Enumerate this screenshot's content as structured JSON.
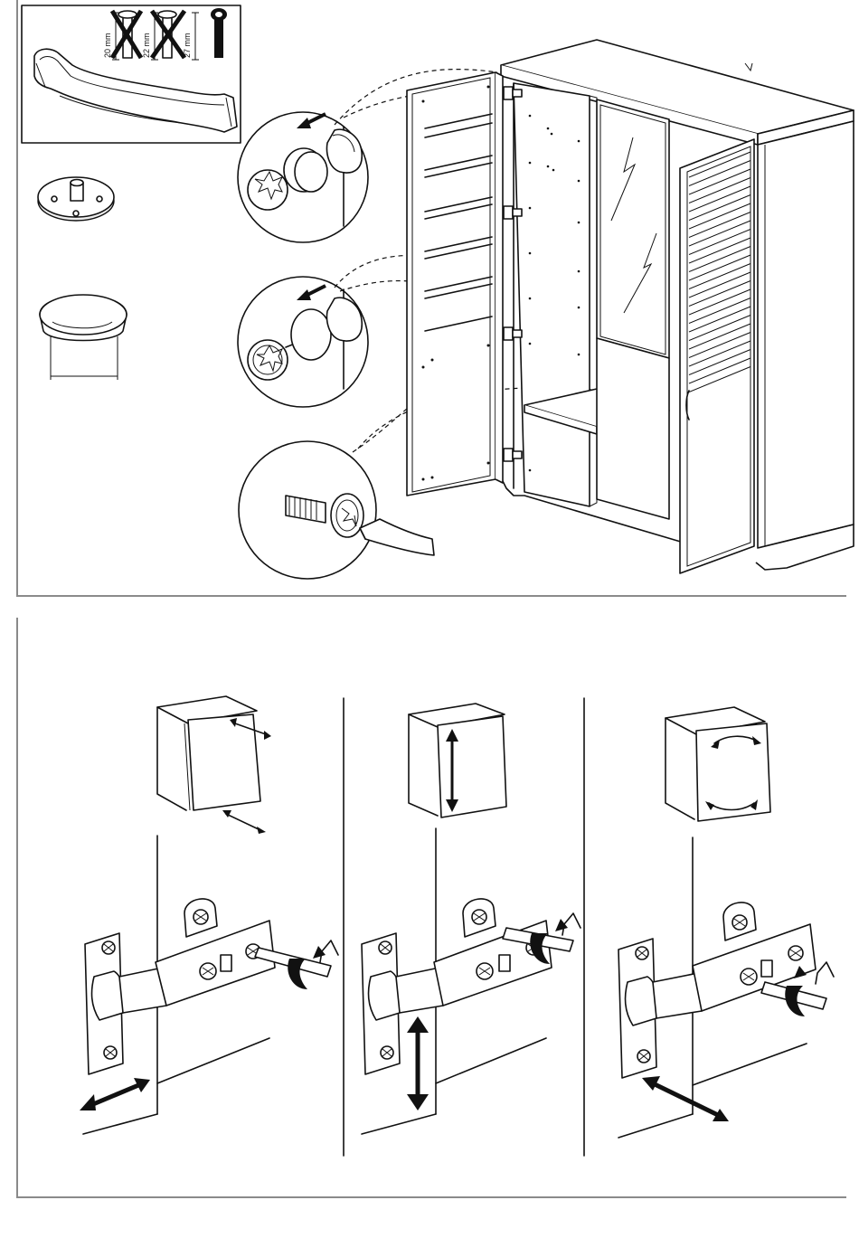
{
  "screw_sizes": [
    {
      "label": "20 mm",
      "allowed": false
    },
    {
      "label": "22 mm",
      "allowed": false
    },
    {
      "label": "27 mm",
      "allowed": true
    }
  ],
  "adjustment_steps": [
    {
      "name": "side-adjustment",
      "direction": "horizontal"
    },
    {
      "name": "height-adjustment",
      "direction": "vertical"
    },
    {
      "name": "depth-adjustment",
      "direction": "diagonal"
    }
  ]
}
